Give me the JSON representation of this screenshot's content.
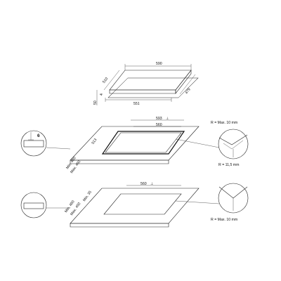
{
  "hob": {
    "width_label": "590",
    "depth_label": "510",
    "height_label": "50",
    "edge_label": "4",
    "side_label": "479",
    "bottom_width_label": "551"
  },
  "cutout_front": {
    "outer_label": "593",
    "inner_label": "560",
    "depth_label": "513",
    "min_label": "Min. 480",
    "max_label": "Max. 492",
    "gap_label": "6",
    "radius_top_label": "R = Max. 10 mm",
    "radius_bottom_label": "R = 11,5 mm"
  },
  "cutout_flush": {
    "inner_label": "560",
    "min_label": "Min. 480",
    "max_label": "Max. 492",
    "min35_label": "Min. 35",
    "radius_label": "R = Max. 10 mm"
  }
}
